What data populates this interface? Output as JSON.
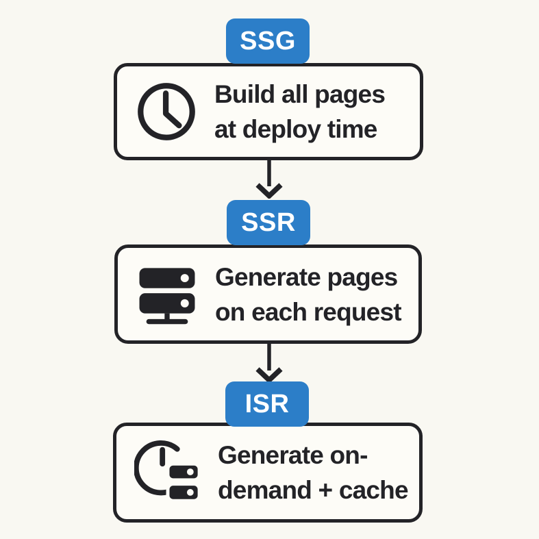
{
  "colors": {
    "background": "#f9f8f2",
    "card_background": "#fdfcf7",
    "ink": "#232327",
    "accent_blue": "#2c7ec8",
    "badge_text": "#ffffff"
  },
  "diagram": {
    "nodes": [
      {
        "badge": "SSG",
        "icon": "clock-icon",
        "line1": "Build all pages",
        "line2": "at deploy time"
      },
      {
        "badge": "SSR",
        "icon": "server-icon",
        "line1": "Generate pages",
        "line2": "on each request"
      },
      {
        "badge": "ISR",
        "icon": "clock-server-icon",
        "line1": "Generate on-",
        "line2": "demand + cache"
      }
    ],
    "connectors": [
      "arrow-down",
      "arrow-down"
    ]
  }
}
